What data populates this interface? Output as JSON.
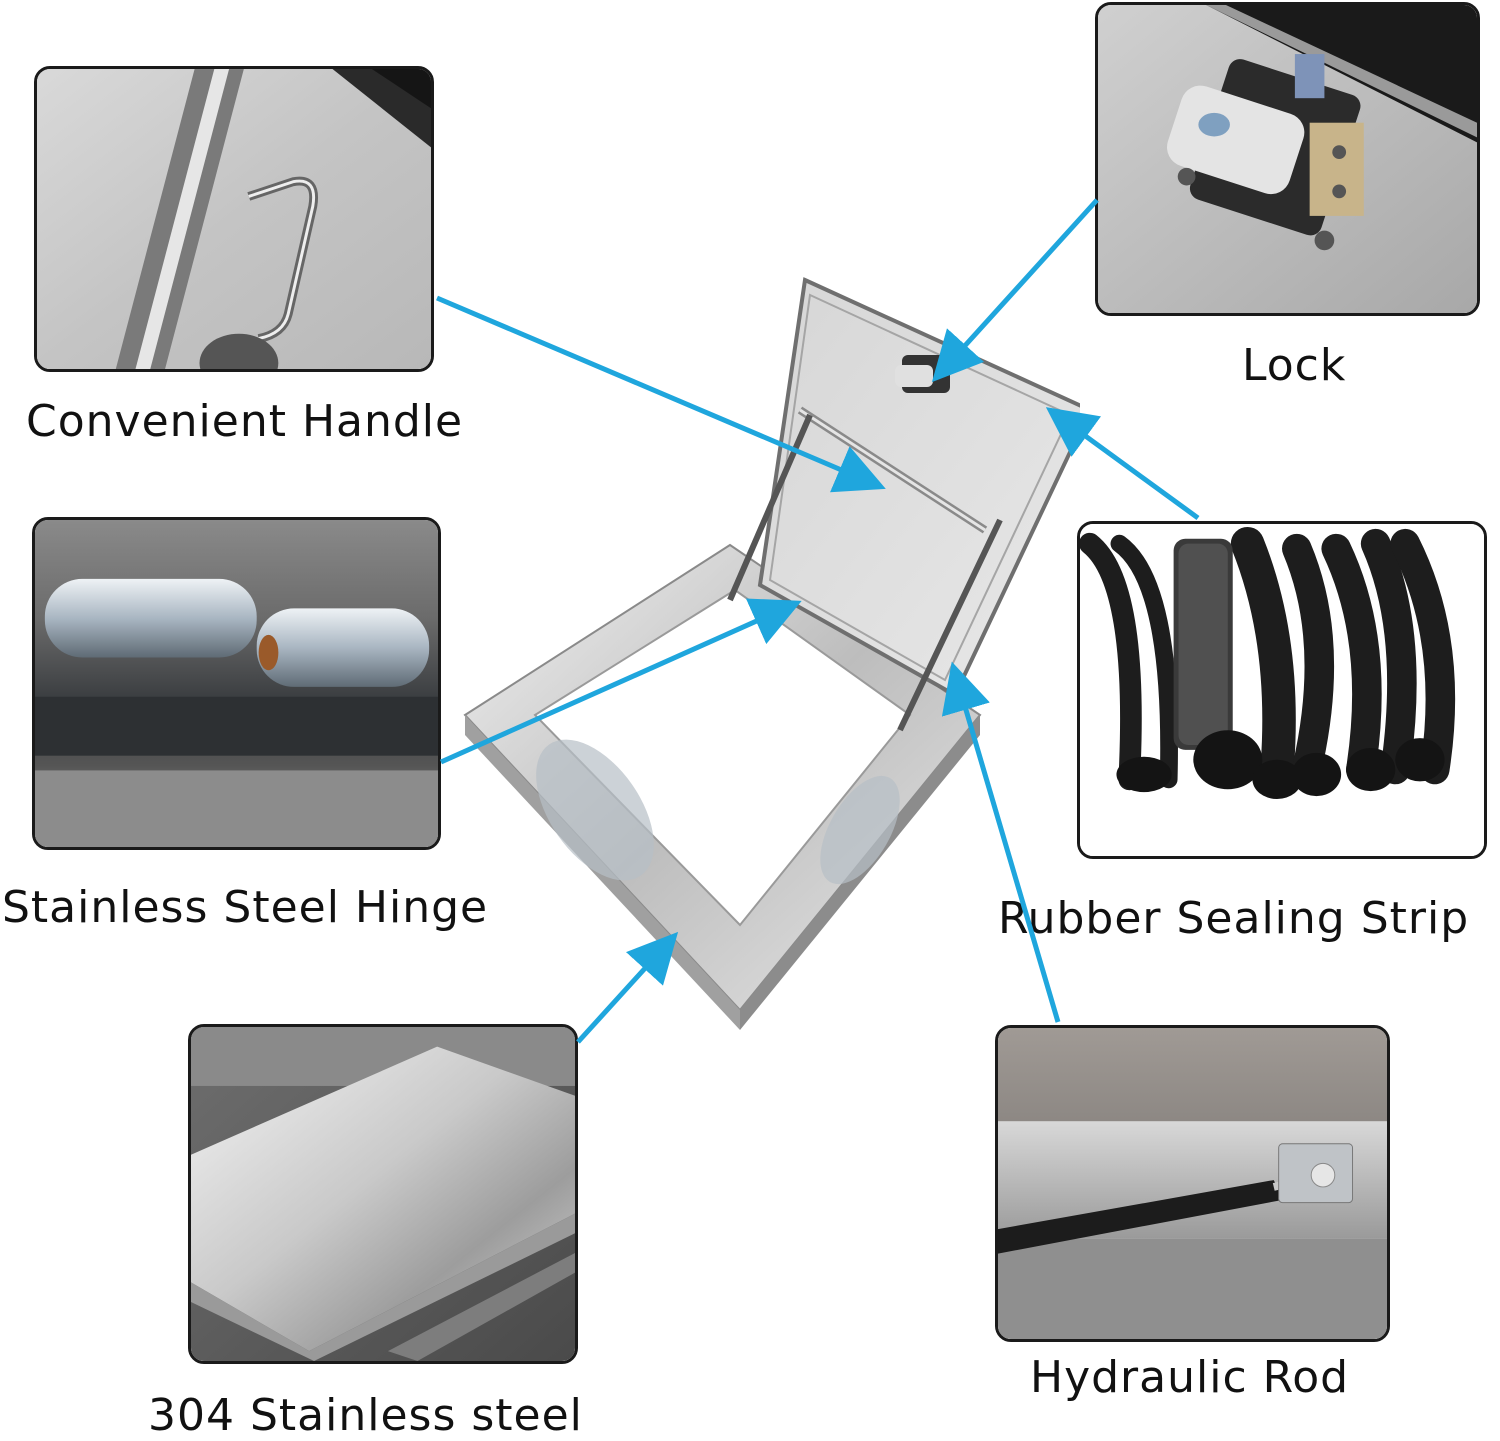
{
  "labels": {
    "handle": "Convenient Handle",
    "lock": "Lock",
    "hinge": "Stainless Steel Hinge",
    "seal": "Rubber Sealing Strip",
    "steel": "304 Stainless steel",
    "rod": "Hydraulic Rod"
  },
  "colors": {
    "arrow": "#1fa6dd",
    "panel_border": "#1a1a1a",
    "label_text": "#111111"
  },
  "icons": {
    "handle_panel": "handle-closeup-photo",
    "lock_panel": "lock-closeup-photo",
    "hinge_panel": "hinge-closeup-photo",
    "seal_panel": "rubber-strip-photo",
    "steel_panel": "steel-sheet-photo",
    "rod_panel": "hydraulic-rod-photo",
    "product": "access-hatch-photo"
  }
}
